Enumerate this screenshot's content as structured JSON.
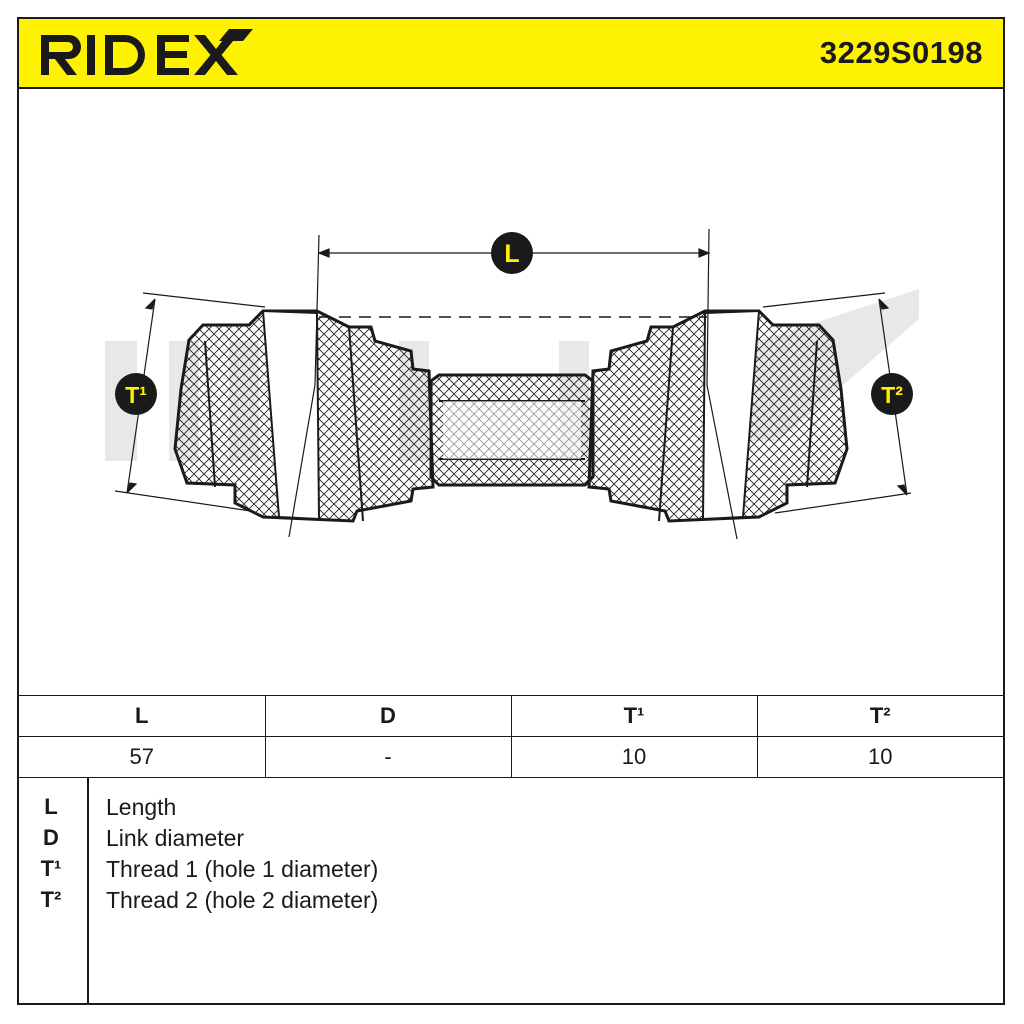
{
  "brand": {
    "name": "RIDEX",
    "part_number": "3229S0198",
    "accent": "#fff200"
  },
  "drawing": {
    "dimension_labels": {
      "length": "L",
      "thread1": "T¹",
      "thread2": "T²"
    },
    "watermark": "RIDEX"
  },
  "table": {
    "headers": [
      "L",
      "D",
      "T¹",
      "T²"
    ],
    "values": [
      "57",
      "-",
      "10",
      "10"
    ]
  },
  "legend": [
    {
      "symbol": "L",
      "text": "Length"
    },
    {
      "symbol": "D",
      "text": "Link diameter"
    },
    {
      "symbol": "T¹",
      "text": "Thread 1 (hole 1 diameter)"
    },
    {
      "symbol": "T²",
      "text": "Thread 2 (hole 2 diameter)"
    }
  ]
}
